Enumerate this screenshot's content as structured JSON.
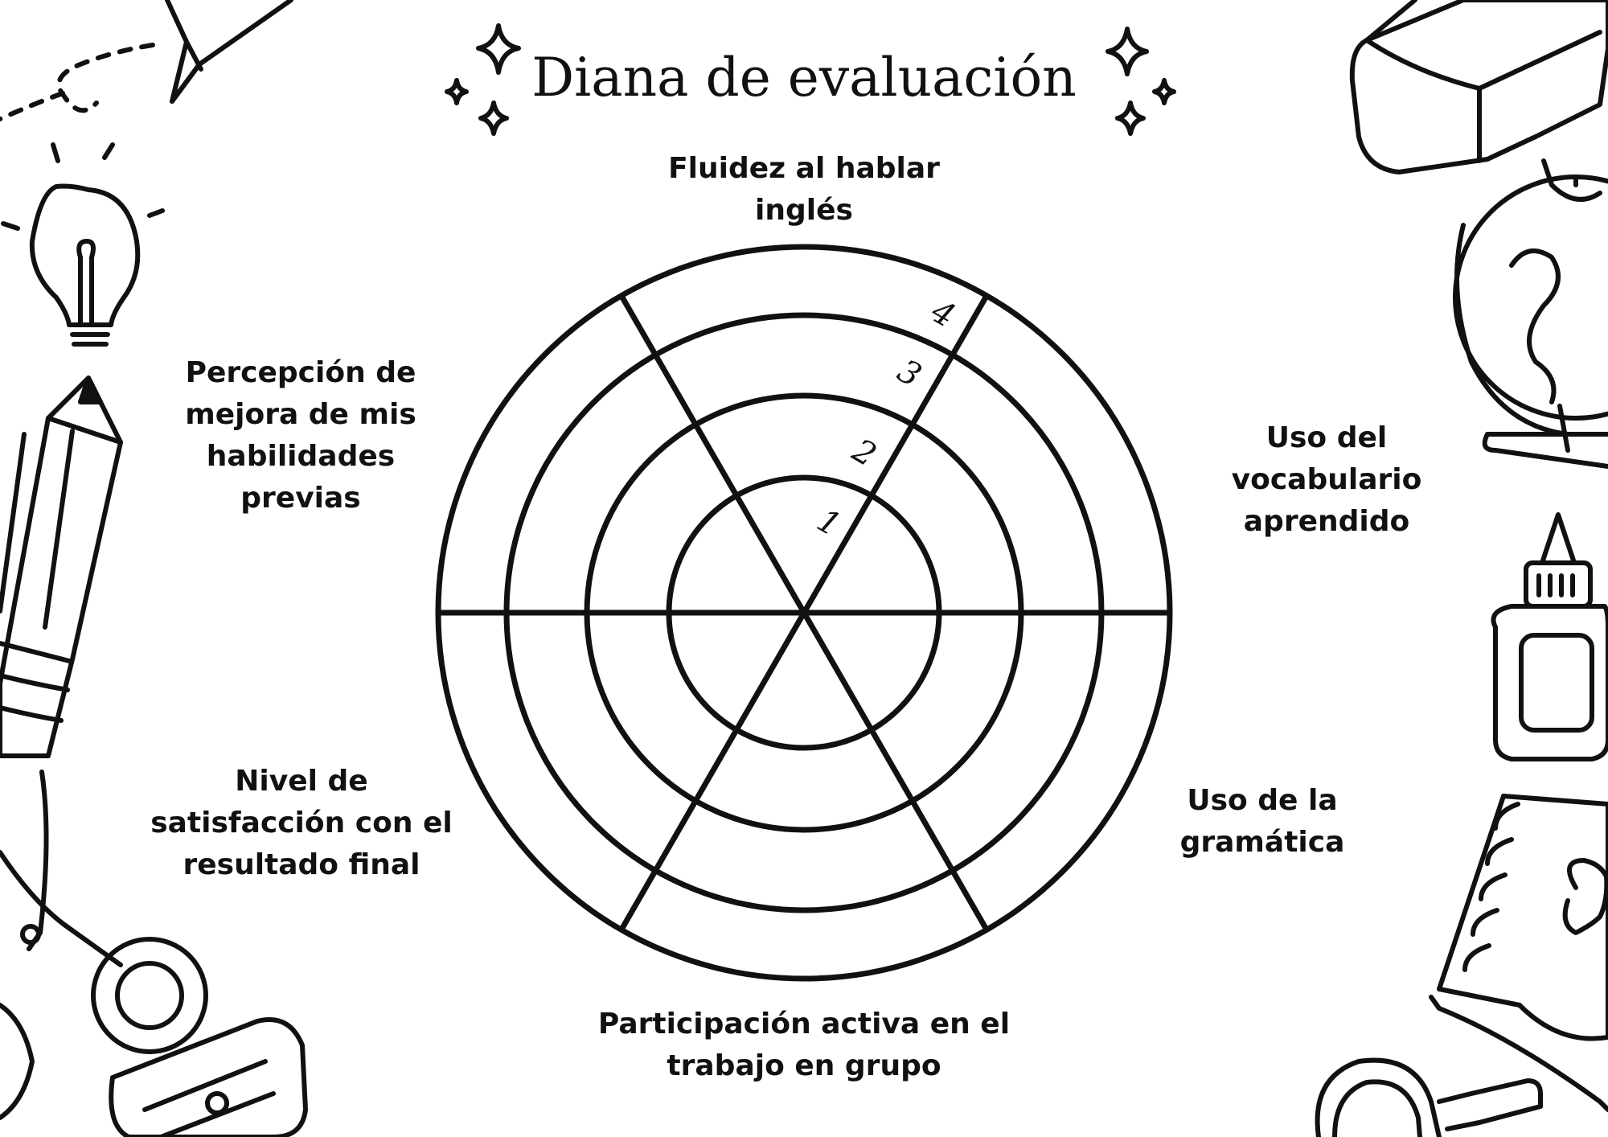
{
  "title": "Diana de evaluación",
  "categories": {
    "top": "Fluidez al hablar\ninglés",
    "upper_right": "Uso del\nvocabulario\naprendido",
    "lower_right": "Uso de la\ngramática",
    "bottom": "Participación activa en el\ntrabajo en grupo",
    "lower_left": "Nivel de\nsatisfacción con el\nresultado final",
    "upper_left": "Percepción de\nmejora de mis\nhabilidades\nprevias"
  },
  "rings": [
    "1",
    "2",
    "3",
    "4"
  ],
  "colors": {
    "ink": "#111111",
    "background": "#ffffff"
  },
  "decorations": [
    "paper-plane-icon",
    "lightbulb-icon",
    "pencil-icon",
    "scissors-icon",
    "sharpener-icon",
    "eraser-icon",
    "globe-icon",
    "glue-icon",
    "notebook-icon",
    "magnifier-icon",
    "sparkle-icon"
  ]
}
